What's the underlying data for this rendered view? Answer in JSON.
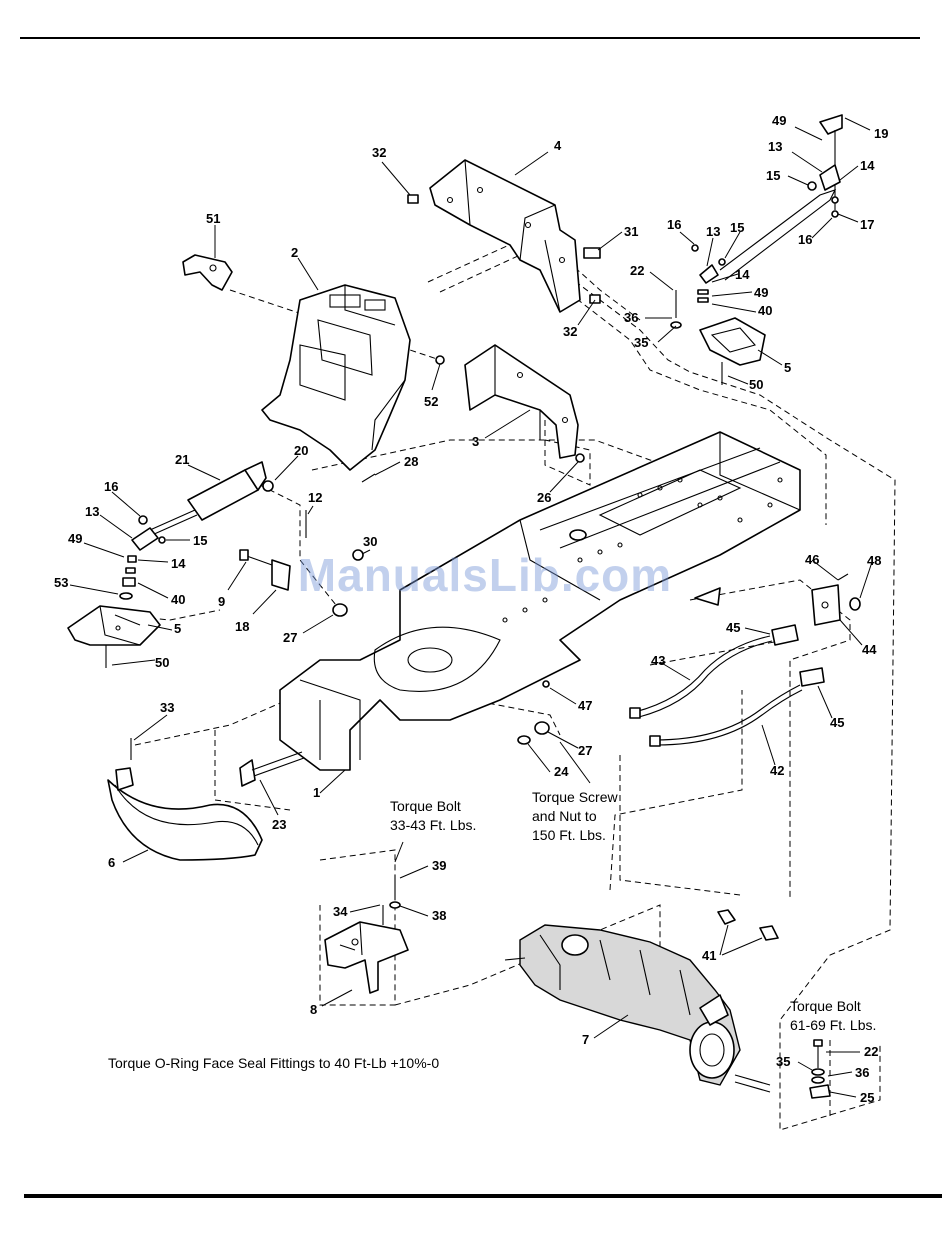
{
  "watermark": "ManualsLib.com",
  "callouts": [
    {
      "id": "c4",
      "text": "4"
    },
    {
      "id": "c32a",
      "text": "32"
    },
    {
      "id": "c32b",
      "text": "32"
    },
    {
      "id": "c31",
      "text": "31"
    },
    {
      "id": "c51",
      "text": "51"
    },
    {
      "id": "c2",
      "text": "2"
    },
    {
      "id": "c52",
      "text": "52"
    },
    {
      "id": "c3",
      "text": "3"
    },
    {
      "id": "c28",
      "text": "28"
    },
    {
      "id": "c26",
      "text": "26"
    },
    {
      "id": "c21",
      "text": "21"
    },
    {
      "id": "c20",
      "text": "20"
    },
    {
      "id": "c16a",
      "text": "16"
    },
    {
      "id": "c13a",
      "text": "13"
    },
    {
      "id": "c15a",
      "text": "15"
    },
    {
      "id": "c49a",
      "text": "49"
    },
    {
      "id": "c14a",
      "text": "14"
    },
    {
      "id": "c53",
      "text": "53"
    },
    {
      "id": "c40a",
      "text": "40"
    },
    {
      "id": "c5a",
      "text": "5"
    },
    {
      "id": "c50a",
      "text": "50"
    },
    {
      "id": "c12",
      "text": "12"
    },
    {
      "id": "c30",
      "text": "30"
    },
    {
      "id": "c9",
      "text": "9"
    },
    {
      "id": "c18",
      "text": "18"
    },
    {
      "id": "c27a",
      "text": "27"
    },
    {
      "id": "c49b",
      "text": "49"
    },
    {
      "id": "c19",
      "text": "19"
    },
    {
      "id": "c13b",
      "text": "13"
    },
    {
      "id": "c14b",
      "text": "14"
    },
    {
      "id": "c15b",
      "text": "15"
    },
    {
      "id": "c17",
      "text": "17"
    },
    {
      "id": "c16b",
      "text": "16"
    },
    {
      "id": "c16c",
      "text": "16"
    },
    {
      "id": "c13c",
      "text": "13"
    },
    {
      "id": "c15c",
      "text": "15"
    },
    {
      "id": "c22a",
      "text": "22"
    },
    {
      "id": "c14c",
      "text": "14"
    },
    {
      "id": "c49c",
      "text": "49"
    },
    {
      "id": "c36a",
      "text": "36"
    },
    {
      "id": "c40b",
      "text": "40"
    },
    {
      "id": "c35a",
      "text": "35"
    },
    {
      "id": "c5b",
      "text": "5"
    },
    {
      "id": "c50b",
      "text": "50"
    },
    {
      "id": "c46",
      "text": "46"
    },
    {
      "id": "c48",
      "text": "48"
    },
    {
      "id": "c44",
      "text": "44"
    },
    {
      "id": "c45a",
      "text": "45"
    },
    {
      "id": "c43",
      "text": "43"
    },
    {
      "id": "c45b",
      "text": "45"
    },
    {
      "id": "c42",
      "text": "42"
    },
    {
      "id": "c47",
      "text": "47"
    },
    {
      "id": "c27b",
      "text": "27"
    },
    {
      "id": "c24",
      "text": "24"
    },
    {
      "id": "c33",
      "text": "33"
    },
    {
      "id": "c23",
      "text": "23"
    },
    {
      "id": "c1",
      "text": "1"
    },
    {
      "id": "c6",
      "text": "6"
    },
    {
      "id": "c39",
      "text": "39"
    },
    {
      "id": "c34",
      "text": "34"
    },
    {
      "id": "c38",
      "text": "38"
    },
    {
      "id": "c8",
      "text": "8"
    },
    {
      "id": "c41",
      "text": "41"
    },
    {
      "id": "c7",
      "text": "7"
    },
    {
      "id": "c22b",
      "text": "22"
    },
    {
      "id": "c35b",
      "text": "35"
    },
    {
      "id": "c36b",
      "text": "36"
    },
    {
      "id": "c25",
      "text": "25"
    }
  ],
  "notes": {
    "torque_bolt_1": [
      "Torque Bolt",
      "33-43 Ft. Lbs."
    ],
    "torque_screw": [
      "Torque Screw",
      "and Nut to",
      "150 Ft. Lbs."
    ],
    "torque_bolt_2": [
      "Torque Bolt",
      "61-69 Ft. Lbs."
    ],
    "oring_note": "Torque O-Ring Face Seal Fittings to 40 Ft-Lb +10%-0"
  }
}
